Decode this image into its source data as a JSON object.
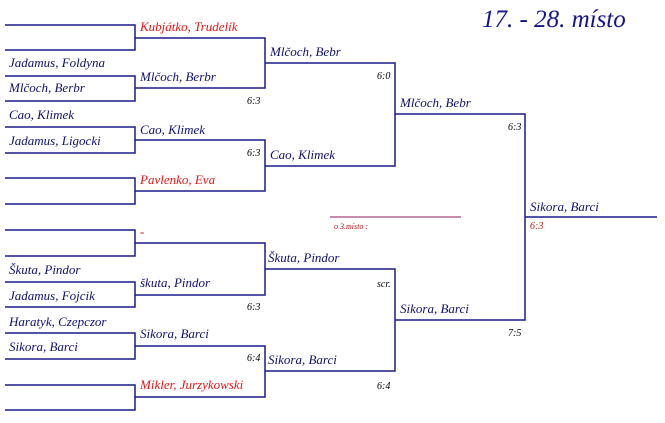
{
  "title": "17. - 28. místo",
  "colors": {
    "bracket_line": "#1a1a8c",
    "third_line": "#8c1a5a",
    "name": "#10106e",
    "highlight": "#e01818"
  },
  "round1": {
    "m1": {
      "bye": "Kubjátko, Trudelík",
      "p1": "Jadamus, Foldyna",
      "p2": "Mlčoch, Berbr",
      "winner": "Mlčoch, Berbr",
      "score": "6:3"
    },
    "m2": {
      "p1": "Cao, Klimek",
      "p2": "Jadamus, Ligocki",
      "winner": "Cao, Klimek",
      "bye": "Pavlenko, Eva",
      "score": "6:3"
    },
    "m3": {
      "bye": "-",
      "p1": "Škuta, Pindor",
      "p2": "Jadamus, Fojcik",
      "winner": "škuta, Pindor",
      "score": "6:3"
    },
    "m4": {
      "p1": "Haratyk, Czepczor",
      "p2": "Sikora, Barci",
      "winner": "Sikora, Barci",
      "bye": "Mikler, Jurzykowski",
      "score": "6:4"
    }
  },
  "round2": {
    "m1": {
      "winner": "Mlčoch, Bebr",
      "score": "6:0"
    },
    "m2": {
      "winner": "Cao, Klimek"
    },
    "m3": {
      "winner": "Škuta, Pindor",
      "score": "scr."
    },
    "m4": {
      "winner": "Sikora, Barci",
      "score": "6:4"
    }
  },
  "round3": {
    "top": {
      "winner": "Mlčoch, Bebr",
      "score": "6:3"
    },
    "bottom": {
      "winner": "Sikora, Barci",
      "score": "7:5"
    }
  },
  "final": {
    "winner": "Sikora, Barci",
    "score": "6:3"
  },
  "third_place": {
    "label": "o 3.místo :"
  }
}
